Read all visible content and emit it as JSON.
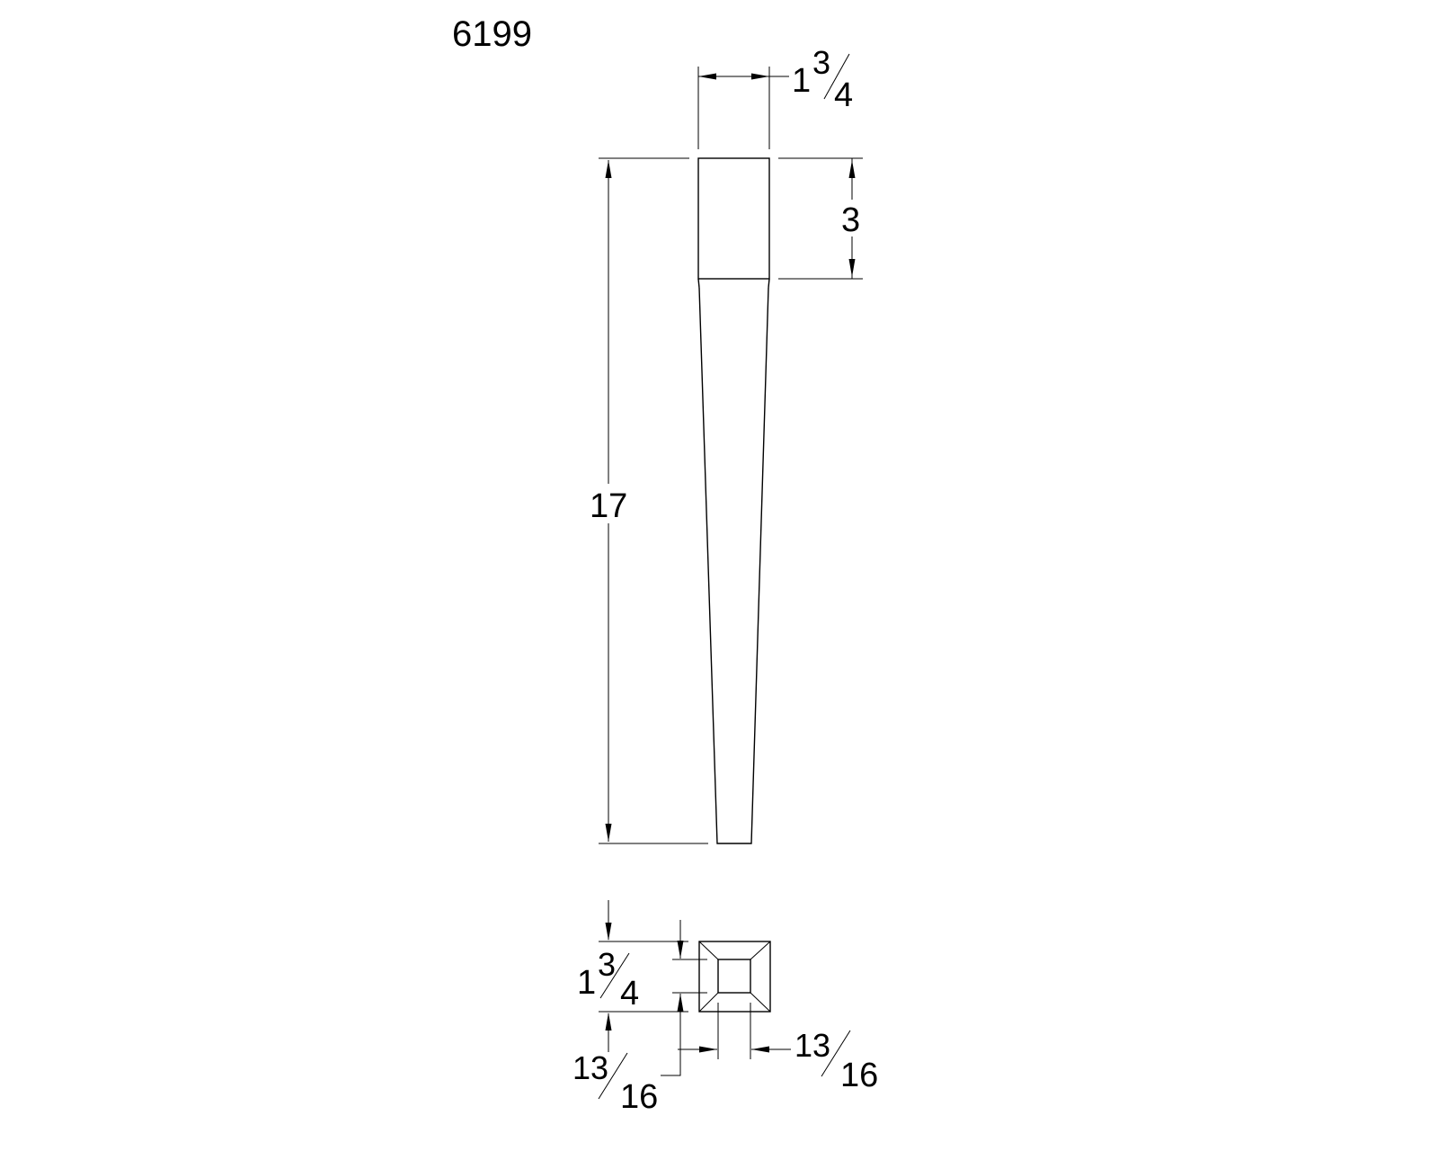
{
  "drawing": {
    "part_number": "6199",
    "elevation_view": {
      "top_width": {
        "whole": "1",
        "num": "3",
        "den": "4"
      },
      "block_height": "3",
      "overall_height": "17"
    },
    "section_view": {
      "outer_size": {
        "whole": "1",
        "num": "3",
        "den": "4"
      },
      "inner_vertical": {
        "whole": "",
        "num": "13",
        "den": "16"
      },
      "inner_horizontal": {
        "whole": "",
        "num": "13",
        "den": "16"
      }
    },
    "colors": {
      "line": "#000000",
      "background": "#ffffff"
    }
  }
}
